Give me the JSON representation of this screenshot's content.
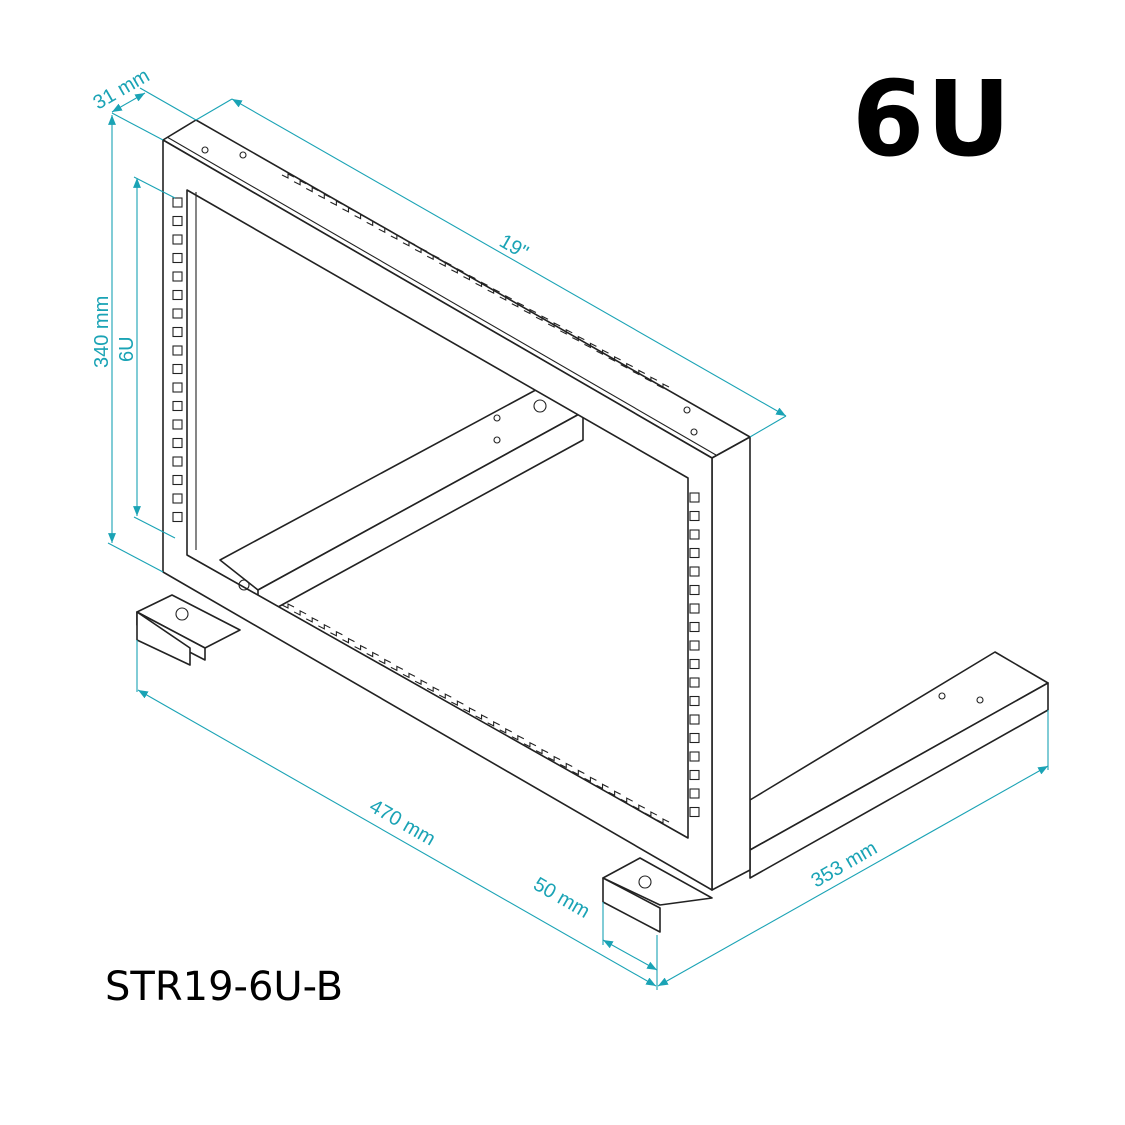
{
  "title": "6U",
  "model": "STR19-6U-B",
  "dimensions": {
    "depth_post": "31 mm",
    "width_rack": "19\"",
    "height": "340 mm",
    "units": "6U",
    "base_length": "470 mm",
    "base_depth": "353 mm",
    "foot_height": "50 mm"
  },
  "colors": {
    "dimension": "#1aa3b5",
    "line": "#222222"
  }
}
